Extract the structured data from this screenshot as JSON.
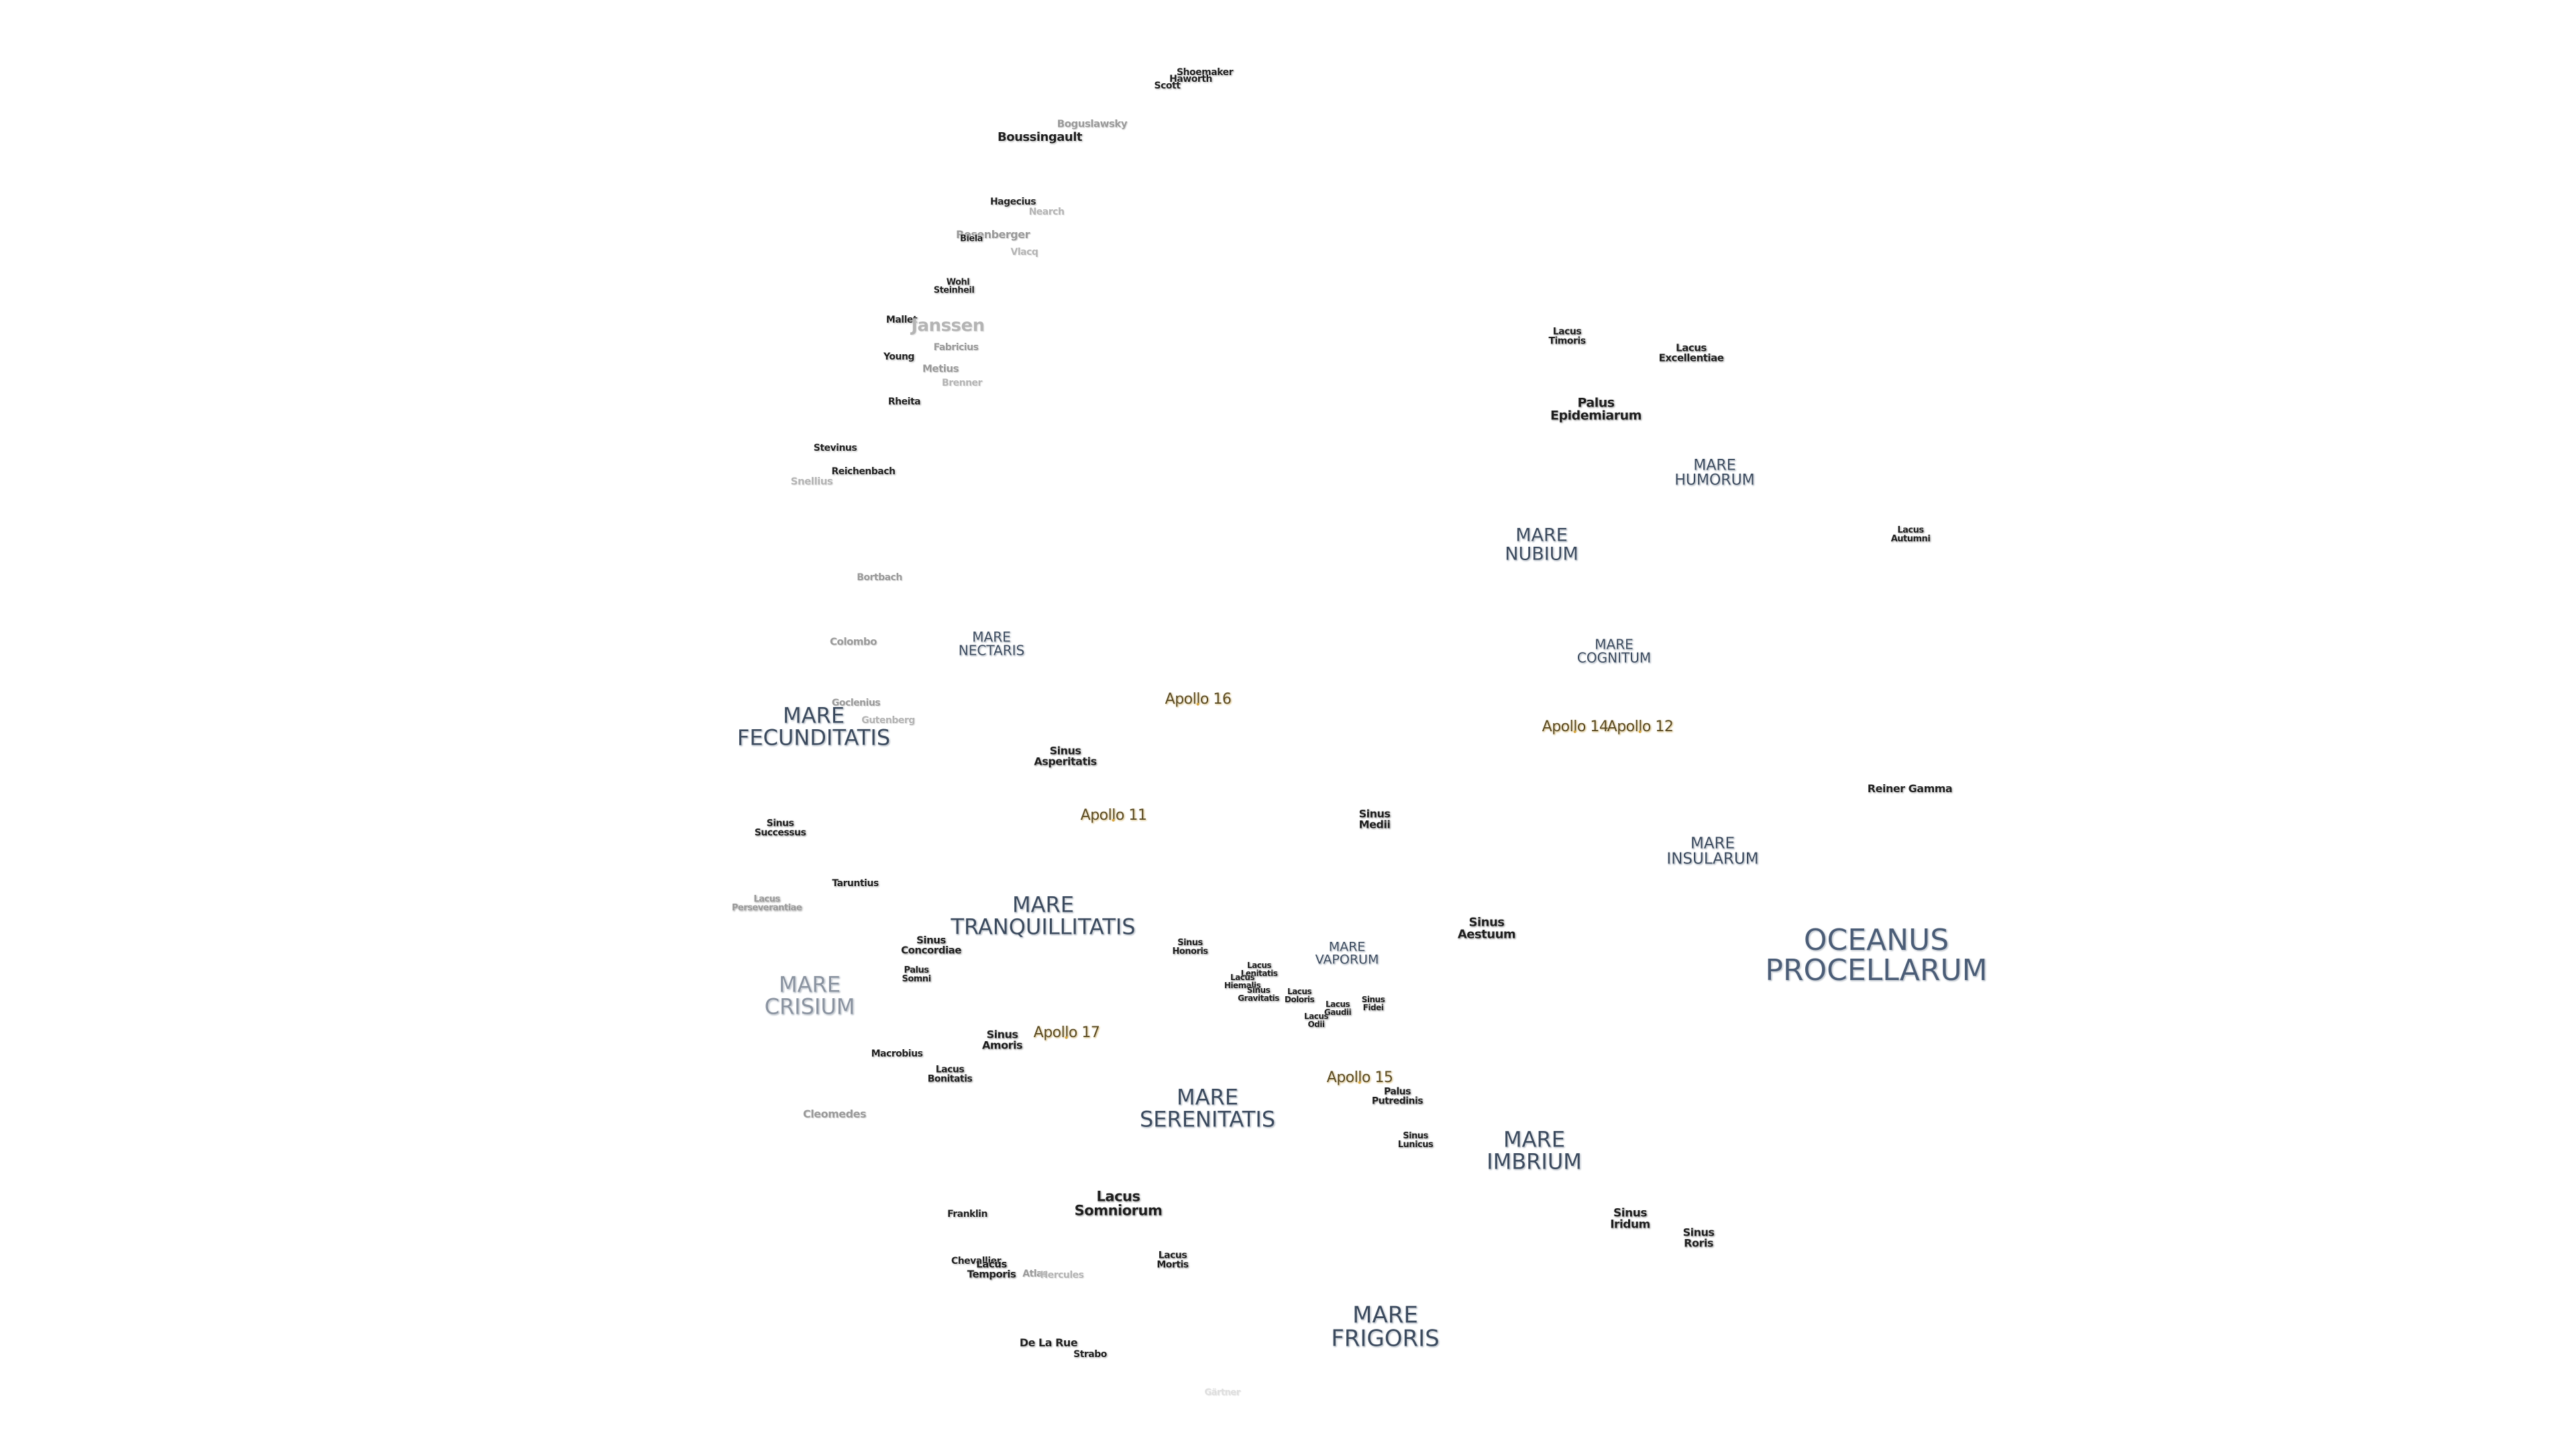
{
  "labels": {
    "shoemaker": "Shoemaker",
    "haworth": "Haworth",
    "scott": "Scott",
    "boguslawsky": "Boguslawsky",
    "boussingault": "Boussingault",
    "hagecius": "Hagecius",
    "nearch": "Nearch",
    "rosenberger": "Rosenberger",
    "biela": "Biela",
    "vlacq": "Vlacq",
    "wohl": "Wohl",
    "steinheil": "Steinheil",
    "mallet": "Mallet",
    "janssen": "Janssen",
    "fabricius": "Fabricius",
    "young": "Young",
    "metius": "Metius",
    "brenner": "Brenner",
    "rheita": "Rheita",
    "stevinus": "Stevinus",
    "reichenbach": "Reichenbach",
    "snellius": "Snellius",
    "borda": "Bortbach",
    "colombo": "Colombo",
    "goclenius": "Goclenius",
    "gutenberg": "Gutenberg",
    "taruntius": "Taruntius",
    "macrobius": "Macrobius",
    "cleomedes": "Cleomedes",
    "franklin": "Franklin",
    "chevallier": "Chevallier",
    "atlas": "Atlas",
    "hercules": "Hercules",
    "de_la_rue": "De La Rue",
    "strabo": "Strabo",
    "bailly": "Gärtner",
    "reiner_gamma": "Reiner Gamma",
    "lacus_timoris": "Lacus\nTimoris",
    "lacus_excellentiae": "Lacus\nExcellentiae",
    "palus_epidemiarum": "Palus\nEpidemiarum",
    "mare_humorum": "MARE\nHUMORUM",
    "mare_nubium": "MARE\nNUBIUM",
    "lacus_autumni": "Lacus\nAutumni",
    "mare_cognitum": "MARE\nCOGNITUM",
    "mare_nectaris": "MARE\nNECTARIS",
    "apollo_16": "Apollo 16",
    "apollo_14": "Apollo 14",
    "apollo_12": "Apollo 12",
    "mare_fecunditatis": "MARE\nFECUNDITATIS",
    "sinus_asperitatis": "Sinus\nAsperitatis",
    "apollo_11": "Apollo 11",
    "sinus_medii": "Sinus\nMedii",
    "sinus_successus": "Sinus\nSuccessus",
    "mare_insularum": "MARE\nINSULARUM",
    "lacus_perseverantiae": "Lacus\nPerseverantiae",
    "mare_tranquillitatis": "MARE\nTRANQUILLITATIS",
    "sinus_aestuum": "Sinus\nAestuum",
    "oceanus_procellarum": "OCEANUS\nPROCELLARUM",
    "sinus_concordiae": "Sinus\nConcordiae",
    "sinus_honoris": "Sinus\nHonoris",
    "mare_vaporum": "MARE\nVAPORUM",
    "lacus_lenitatis": "Lacus\nLenitatis",
    "lacus_hiemalis": "Lacus\nHiemalis",
    "sinus_gravitatis": "Sinus\nGravitatis",
    "lacus_doloris": "Lacus\nDoloris",
    "sinus_fidei": "Sinus\nFidei",
    "palus_somni": "Palus\nSomni",
    "lacus_gaudii": "Lacus\nGaudii",
    "lacus_odii": "Lacus\nOdii",
    "mare_crisium": "MARE\nCRISIUM",
    "sinus_amoris": "Sinus\nAmoris",
    "apollo_17": "Apollo 17",
    "lacus_bonitatis": "Lacus\nBonitatis",
    "apollo_15": "Apollo 15",
    "palus_putredinis": "Palus\nPutredinis",
    "mare_serenitatis": "MARE\nSERENITATIS",
    "sinus_lunicus": "Sinus\nLunicus",
    "mare_imbrium": "MARE\nIMBRIUM",
    "lacus_somniorum": "Lacus\nSomniorum",
    "sinus_iridum": "Sinus\nIridum",
    "sinus_roris": "Sinus\nRoris",
    "lacus_mortis": "Lacus\nMortis",
    "lacus_temporis": "Lacus\nTemporis",
    "mare_frigoris": "MARE\nFRIGORIS"
  }
}
